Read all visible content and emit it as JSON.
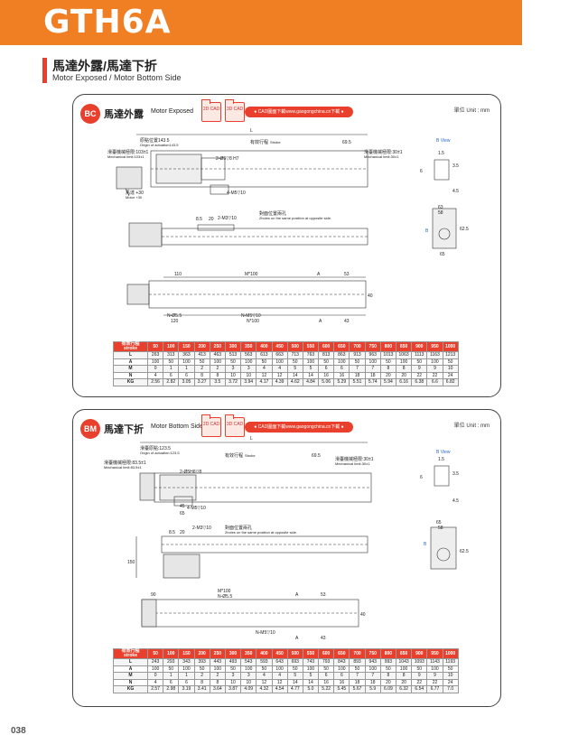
{
  "header": {
    "title": "GTH6A"
  },
  "section": {
    "title_zh": "馬達外露/馬達下折",
    "title_en": "Motor Exposed / Motor Bottom Side"
  },
  "panels": [
    {
      "badge": "BC",
      "title_zh": "馬達外露",
      "title_en": "Motor Exposed",
      "cad2d": "2D CAD",
      "cad3d": "3D CAD",
      "download": "● CAD圖面下載www.gaogongchina.cn下載 ●",
      "unit": "單位 Unit : mm",
      "labels": {
        "L": "L",
        "origin_zh": "原點位置143.5",
        "origin_en": "Origin of actuation143.5",
        "stroke_zh": "有效行程",
        "stroke_en": "Stroke",
        "d695": "69.5",
        "mech_left_zh": "滑臺機械極限:103±1",
        "mech_left_en": "Mechanical limit:103±1",
        "mech_right_zh": "滑臺機械極限:30±1",
        "mech_right_en": "Mechanical limit:30±1",
        "hole": "2-Ø5▽8 H7",
        "m5": "4-M5▽10",
        "motor": "馬達 +30",
        "motor_en": "Motor +30",
        "bview": "B View",
        "opp_zh": "對面位置兩孔",
        "opp_en": "2holes on the same position at opposite side.",
        "m3": "2-M3▽10",
        "d85": "8.5",
        "d20": "20",
        "d110": "110",
        "m100": "M*100",
        "A": "A",
        "d53": "53",
        "n55": "N-Ø5.5",
        "d120": "120",
        "nm5": "N-M5▽10",
        "n100": "N*100",
        "d43": "43",
        "d6": "6",
        "d15": "1.5",
        "d35": "3.5",
        "d45": "4.5",
        "d63": "63",
        "d58": "58",
        "d625": "62.5",
        "d65": "65",
        "B": "B",
        "d40": "40"
      },
      "table": {
        "header_zh": "有效行程",
        "header_en": "stroke",
        "strokes": [
          "50",
          "100",
          "150",
          "200",
          "250",
          "300",
          "350",
          "400",
          "450",
          "500",
          "550",
          "600",
          "650",
          "700",
          "750",
          "800",
          "850",
          "900",
          "950",
          "1000"
        ],
        "rows": [
          {
            "label": "L",
            "values": [
              "263",
              "313",
              "363",
              "413",
              "463",
              "513",
              "563",
              "613",
              "663",
              "713",
              "763",
              "813",
              "863",
              "913",
              "963",
              "1013",
              "1063",
              "1113",
              "1163",
              "1213"
            ]
          },
          {
            "label": "A",
            "values": [
              "100",
              "50",
              "100",
              "50",
              "100",
              "50",
              "100",
              "50",
              "100",
              "50",
              "100",
              "50",
              "100",
              "50",
              "100",
              "50",
              "100",
              "50",
              "100",
              "50"
            ]
          },
          {
            "label": "M",
            "values": [
              "0",
              "1",
              "1",
              "2",
              "2",
              "3",
              "3",
              "4",
              "4",
              "5",
              "5",
              "6",
              "6",
              "7",
              "7",
              "8",
              "8",
              "9",
              "9",
              "10"
            ]
          },
          {
            "label": "N",
            "values": [
              "4",
              "6",
              "6",
              "8",
              "8",
              "10",
              "10",
              "12",
              "12",
              "14",
              "14",
              "16",
              "16",
              "18",
              "18",
              "20",
              "20",
              "22",
              "22",
              "24"
            ]
          },
          {
            "label": "KG",
            "values": [
              "2.56",
              "2.82",
              "3.05",
              "3.27",
              "3.5",
              "3.72",
              "3.94",
              "4.17",
              "4.39",
              "4.62",
              "4.84",
              "5.06",
              "5.29",
              "5.51",
              "5.74",
              "5.94",
              "6.16",
              "6.38",
              "6.6",
              "6.82"
            ]
          }
        ]
      }
    },
    {
      "badge": "BM",
      "title_zh": "馬達下折",
      "title_en": "Motor Bottom Side",
      "cad2d": "2D CAD",
      "cad3d": "3D CAD",
      "download": "● CAD圖面下載www.gaogongchina.cn下載 ●",
      "unit": "單位 Unit : mm",
      "labels": {
        "L": "L",
        "origin_zh": "滑臺原點:123.5",
        "origin_en": "Origin of actuation:123.5",
        "stroke_zh": "有效行程",
        "stroke_en": "Stroke",
        "d695": "69.5",
        "mech_left_zh": "滑臺機械極限:83.5±1",
        "mech_left_en": "Mechanical limit:83.5±1",
        "mech_right_zh": "滑臺機械極限:30±1",
        "mech_right_en": "Mechanical limit:30±1",
        "hole": "2-Ø5H6▽8",
        "m5": "4-M5▽10",
        "bview": "B View",
        "opp_zh": "對面位置兩孔",
        "opp_en": "2holes on the same position at opposite side.",
        "m3": "2-M3▽10",
        "d85": "8.5",
        "d20": "20",
        "d90": "90",
        "m100": "M*100",
        "n55": "N-Ø5.5",
        "A": "A",
        "d53": "53",
        "nm5": "N-M5▽10",
        "d43": "43",
        "d150": "150",
        "d45a": "45",
        "d65a": "65",
        "d6": "6",
        "d15": "1.5",
        "d35": "3.5",
        "d45": "4.5",
        "d65": "65",
        "d58": "58",
        "d625": "62.5",
        "B": "B",
        "d40": "40"
      },
      "table": {
        "header_zh": "有效行程",
        "header_en": "stroke",
        "strokes": [
          "50",
          "100",
          "150",
          "200",
          "250",
          "300",
          "350",
          "400",
          "450",
          "500",
          "550",
          "600",
          "650",
          "700",
          "750",
          "800",
          "850",
          "900",
          "950",
          "1000"
        ],
        "rows": [
          {
            "label": "L",
            "values": [
              "243",
              "293",
              "343",
              "393",
              "443",
              "493",
              "543",
              "593",
              "643",
              "693",
              "743",
              "793",
              "843",
              "893",
              "943",
              "993",
              "1043",
              "1093",
              "1143",
              "1193"
            ]
          },
          {
            "label": "A",
            "values": [
              "100",
              "50",
              "100",
              "50",
              "100",
              "50",
              "100",
              "50",
              "100",
              "50",
              "100",
              "50",
              "100",
              "50",
              "100",
              "50",
              "100",
              "50",
              "100",
              "50"
            ]
          },
          {
            "label": "M",
            "values": [
              "0",
              "1",
              "1",
              "2",
              "2",
              "3",
              "3",
              "4",
              "4",
              "5",
              "5",
              "6",
              "6",
              "7",
              "7",
              "8",
              "8",
              "9",
              "9",
              "10"
            ]
          },
          {
            "label": "N",
            "values": [
              "4",
              "6",
              "6",
              "8",
              "8",
              "10",
              "10",
              "12",
              "12",
              "14",
              "14",
              "16",
              "16",
              "18",
              "18",
              "20",
              "20",
              "22",
              "22",
              "24"
            ]
          },
          {
            "label": "KG",
            "values": [
              "2.57",
              "2.98",
              "3.19",
              "3.41",
              "3.64",
              "3.87",
              "4.09",
              "4.32",
              "4.54",
              "4.77",
              "5.0",
              "5.22",
              "5.45",
              "5.67",
              "5.9",
              "6.09",
              "6.32",
              "6.54",
              "6.77",
              "7.0"
            ]
          }
        ]
      }
    }
  ],
  "page": {
    "number": "038"
  },
  "colors": {
    "accent": "#f07e22",
    "red": "#e8402d"
  }
}
